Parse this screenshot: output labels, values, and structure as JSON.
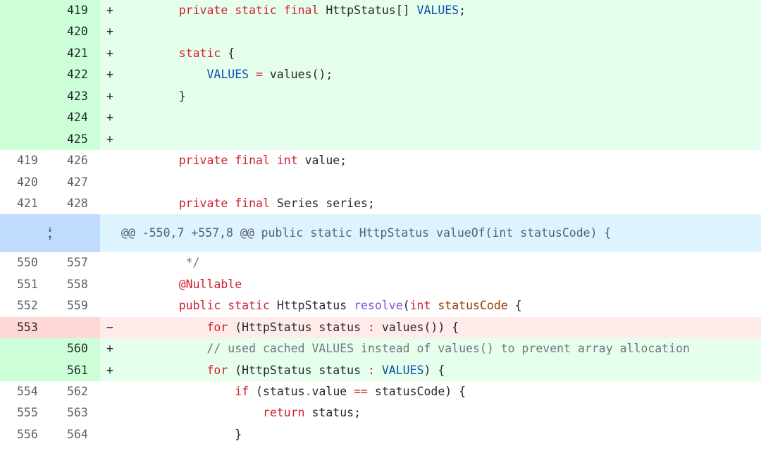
{
  "hunk": {
    "expand_down_icon": "↓",
    "expand_up_icon": "↑",
    "header": "@@ -550,7 +557,8 @@ public static HttpStatus valueOf(int statusCode) {"
  },
  "rows": [
    {
      "type": "add",
      "old": "",
      "new": "419",
      "sign": "+",
      "tokens": [
        [
          "",
          "    "
        ],
        [
          "kw",
          "private static final "
        ],
        [
          "",
          "HttpStatus[] "
        ],
        [
          "const",
          "VALUES"
        ],
        [
          "",
          ";"
        ]
      ]
    },
    {
      "type": "add",
      "old": "",
      "new": "420",
      "sign": "+",
      "tokens": []
    },
    {
      "type": "add",
      "old": "",
      "new": "421",
      "sign": "+",
      "tokens": [
        [
          "",
          "    "
        ],
        [
          "kw",
          "static"
        ],
        [
          "",
          " {"
        ]
      ]
    },
    {
      "type": "add",
      "old": "",
      "new": "422",
      "sign": "+",
      "tokens": [
        [
          "",
          "        "
        ],
        [
          "const",
          "VALUES"
        ],
        [
          "",
          " "
        ],
        [
          "kw",
          "="
        ],
        [
          "",
          " values();"
        ]
      ]
    },
    {
      "type": "add",
      "old": "",
      "new": "423",
      "sign": "+",
      "tokens": [
        [
          "",
          "    }"
        ]
      ]
    },
    {
      "type": "add",
      "old": "",
      "new": "424",
      "sign": "+",
      "tokens": []
    },
    {
      "type": "add",
      "old": "",
      "new": "425",
      "sign": "+",
      "tokens": []
    },
    {
      "type": "ctx",
      "old": "419",
      "new": "426",
      "sign": "",
      "tokens": [
        [
          "",
          "    "
        ],
        [
          "kw",
          "private final int "
        ],
        [
          "",
          "value;"
        ]
      ]
    },
    {
      "type": "ctx",
      "old": "420",
      "new": "427",
      "sign": "",
      "tokens": []
    },
    {
      "type": "ctx",
      "old": "421",
      "new": "428",
      "sign": "",
      "tokens": [
        [
          "",
          "    "
        ],
        [
          "kw",
          "private final "
        ],
        [
          "",
          "Series series;"
        ]
      ]
    },
    {
      "type": "hunk"
    },
    {
      "type": "ctx",
      "old": "550",
      "new": "557",
      "sign": "",
      "tokens": [
        [
          "com",
          "     */"
        ]
      ]
    },
    {
      "type": "ctx",
      "old": "551",
      "new": "558",
      "sign": "",
      "tokens": [
        [
          "",
          "    "
        ],
        [
          "ann",
          "@Nullable"
        ]
      ]
    },
    {
      "type": "ctx",
      "old": "552",
      "new": "559",
      "sign": "",
      "tokens": [
        [
          "",
          "    "
        ],
        [
          "kw",
          "public static "
        ],
        [
          "",
          "HttpStatus "
        ],
        [
          "fn",
          "resolve"
        ],
        [
          "",
          "("
        ],
        [
          "kw",
          "int "
        ],
        [
          "param",
          "statusCode"
        ],
        [
          "",
          " {"
        ]
      ]
    },
    {
      "type": "del",
      "old": "553",
      "new": "",
      "sign": "−",
      "tokens": [
        [
          "",
          "        "
        ],
        [
          "kw",
          "for"
        ],
        [
          "",
          " (HttpStatus status "
        ],
        [
          "kw",
          ":"
        ],
        [
          "",
          " values()) {"
        ]
      ]
    },
    {
      "type": "add",
      "old": "",
      "new": "560",
      "sign": "+",
      "tokens": [
        [
          "",
          "        "
        ],
        [
          "com",
          "// used cached VALUES instead of values() to prevent array allocation"
        ]
      ]
    },
    {
      "type": "add",
      "old": "",
      "new": "561",
      "sign": "+",
      "tokens": [
        [
          "",
          "        "
        ],
        [
          "kw",
          "for"
        ],
        [
          "",
          " (HttpStatus status "
        ],
        [
          "kw",
          ":"
        ],
        [
          "",
          " "
        ],
        [
          "const",
          "VALUES"
        ],
        [
          "",
          ") {"
        ]
      ]
    },
    {
      "type": "ctx",
      "old": "554",
      "new": "562",
      "sign": "",
      "tokens": [
        [
          "",
          "            "
        ],
        [
          "kw",
          "if"
        ],
        [
          "",
          " (status"
        ],
        [
          "kw",
          "."
        ],
        [
          "",
          "value "
        ],
        [
          "kw",
          "=="
        ],
        [
          "",
          " statusCode) {"
        ]
      ]
    },
    {
      "type": "ctx",
      "old": "555",
      "new": "563",
      "sign": "",
      "tokens": [
        [
          "",
          "                "
        ],
        [
          "kw",
          "return"
        ],
        [
          "",
          " status;"
        ]
      ]
    },
    {
      "type": "ctx",
      "old": "556",
      "new": "564",
      "sign": "",
      "tokens": [
        [
          "",
          "            }"
        ]
      ]
    }
  ]
}
